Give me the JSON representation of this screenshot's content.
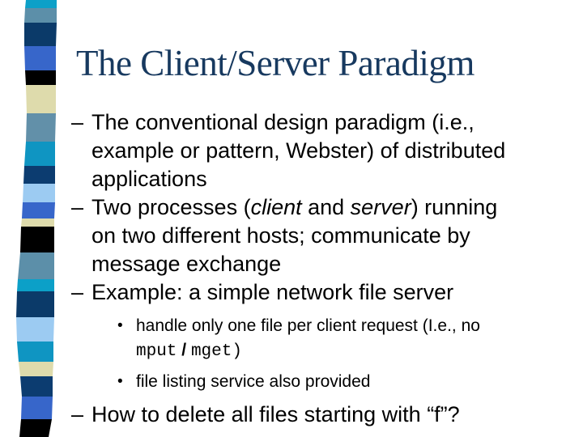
{
  "slide": {
    "title": "The Client/Server Paradigm",
    "title_color": "#17395F",
    "background_color": "#FFFFFF",
    "text_color": "#000000"
  },
  "strip": {
    "description": "decorative wavy vertical band of colored squares",
    "blocks": [
      {
        "h": 10,
        "color": "#0CA0C8"
      },
      {
        "h": 18,
        "color": "#5C8FA9"
      },
      {
        "h": 29,
        "color": "#0B3A69"
      },
      {
        "h": 30,
        "color": "#3766CA"
      },
      {
        "h": 18,
        "color": "#000000"
      },
      {
        "h": 35,
        "color": "#DEDBAC"
      },
      {
        "h": 35,
        "color": "#6290A9"
      },
      {
        "h": 30,
        "color": "#0F95C2"
      },
      {
        "h": 22,
        "color": "#0C3C70"
      },
      {
        "h": 23,
        "color": "#9CCBF2"
      },
      {
        "h": 20,
        "color": "#3766CA"
      },
      {
        "h": 10,
        "color": "#DEDBAC"
      },
      {
        "h": 32,
        "color": "#000000"
      },
      {
        "h": 33,
        "color": "#5C8FA9"
      },
      {
        "h": 15,
        "color": "#0CA0C8"
      },
      {
        "h": 32,
        "color": "#0B3A69"
      },
      {
        "h": 30,
        "color": "#9CCBF2"
      },
      {
        "h": 25,
        "color": "#0F95C2"
      },
      {
        "h": 18,
        "color": "#DEDBAC"
      },
      {
        "h": 25,
        "color": "#0C3C70"
      },
      {
        "h": 28,
        "color": "#3766CA"
      },
      {
        "h": 22,
        "color": "#000000"
      }
    ]
  },
  "bullets": [
    {
      "level": 1,
      "marker": "–",
      "segments": [
        {
          "t": "The conventional design paradigm (i.e.,\nexample or pattern, Webster) of distributed\napplications"
        }
      ]
    },
    {
      "level": 1,
      "marker": "–",
      "segments": [
        {
          "t": "Two processes ("
        },
        {
          "t": "client",
          "style": "italic"
        },
        {
          "t": " and "
        },
        {
          "t": "server",
          "style": "italic"
        },
        {
          "t": ") running\non two different hosts; communicate by\nmessage exchange"
        }
      ]
    },
    {
      "level": 1,
      "marker": "–",
      "segments": [
        {
          "t": "Example: a simple network file server"
        }
      ]
    },
    {
      "level": 2,
      "marker": "•",
      "segments": [
        {
          "t": "handle only one file per client request (I.e., no\n"
        },
        {
          "t": "mput",
          "style": "mono"
        },
        {
          "t": " / ",
          "style": "bold"
        },
        {
          "t": "mget)",
          "style": "mono"
        }
      ]
    },
    {
      "level": 2,
      "marker": "•",
      "segments": [
        {
          "t": "file listing service also provided"
        }
      ]
    },
    {
      "level": 1,
      "marker": "–",
      "segments": [
        {
          "t": "How to delete all files starting with “f”?"
        }
      ]
    }
  ]
}
